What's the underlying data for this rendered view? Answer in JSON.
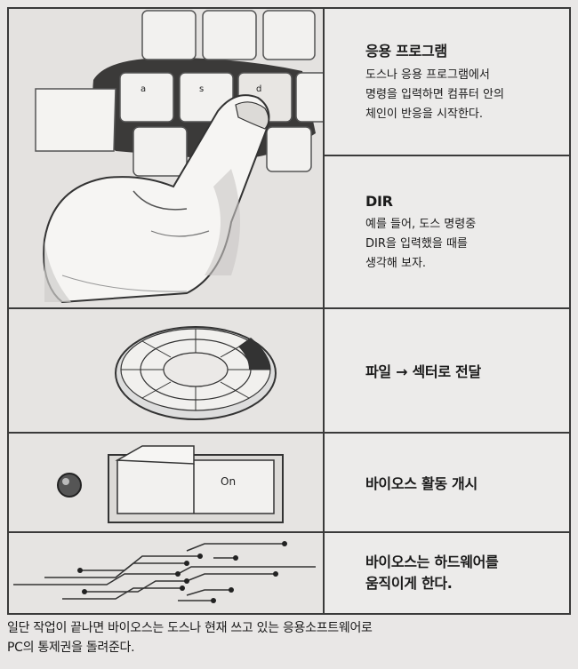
{
  "rows": [
    {
      "title": "응용 프로그램",
      "body": "도스나 응용 프로그램에서\n명령을 입력하면 컴퓨터 안의\n체인이 반응을 시작한다.",
      "keys": [
        "a",
        "s",
        "d"
      ]
    },
    {
      "title": "DIR",
      "body": "예를 들어, 도스 명령중\nDIR을 입력했을 때를\n생각해 보자."
    },
    {
      "title": "파일 → 섹터로 전달"
    },
    {
      "title": "바이오스 활동 개시",
      "switch_label": "On"
    },
    {
      "title": "바이오스는 하드웨어를\n움직이게 한다."
    }
  ],
  "caption": "일단 작업이 끝나면  바이오스는 도스나 현재 쓰고 있는 응용소프트웨어로\nPC의 통제권을 돌려준다."
}
